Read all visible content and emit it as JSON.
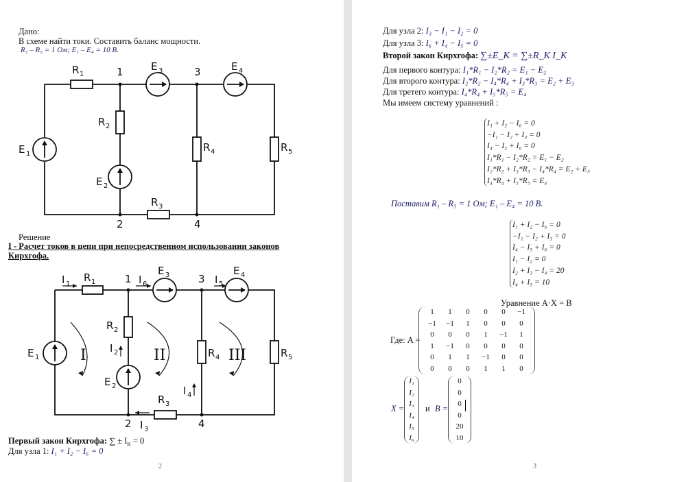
{
  "page1": {
    "given_label": "Дано:",
    "task": "В схеме найти токи. Составить баланс мощности.",
    "given_values": "R₁ – R₅ = 1 Ом;  E₁ – E₄ = 10 В.",
    "solution_label": "Решение",
    "section_title_1": "I - Расчет токов в цепи при непосредственном использовании законов",
    "section_title_2": "Кирхгофа.",
    "first_law_label": "Первый закон Кирхгофа:",
    "first_law_formula": "∑ ± I",
    "first_law_sub": "К",
    "first_law_rhs": " = 0",
    "node1_label": "Для узла 1:",
    "node1_eq": "I₁ + I₂ − I₆ = 0",
    "page_number": "2"
  },
  "circuit1": {
    "R1": "R",
    "R2": "R",
    "R3": "R",
    "R4": "R",
    "R5": "R",
    "E1": "E",
    "E2": "E",
    "E3": "E",
    "E4": "E",
    "s1": "1",
    "s2": "2",
    "s3": "3",
    "s4": "4",
    "s5": "5",
    "n1": "1",
    "n2": "2",
    "n3": "3",
    "n4": "4"
  },
  "circuit2": {
    "I": "I",
    "II": "II",
    "III": "III",
    "i1": "1",
    "i2": "2",
    "i3": "3",
    "i4": "4",
    "i5": "5",
    "i6": "6"
  },
  "page2": {
    "node2_label": "Для узла 2:",
    "node2_eq": "I₃ − I₁ − I₂ = 0",
    "node3_label": "Для узла 3:",
    "node3_eq": "I₆ + I₄ − I₅ = 0",
    "second_law_label": "Второй закон Кирхгофа:",
    "second_law_formula": "∑±E_K = ∑±R_K I_K",
    "loop1_label": "Для первого контура:",
    "loop1_eq": "I₁*R₁ − I₂*R₂ = E₁ − E₂",
    "loop2_label": "Для второго контура:",
    "loop2_eq": "I₂*R₂ − I₄*R₄ + I₃*R₃ = E₂ + E₃",
    "loop3_label": "Для третего контура:",
    "loop3_eq": "I₄*R₄ + I₅*R₅ = E₄",
    "system_label": "Мы имеем систему уравнений :",
    "system1": [
      "I₁ + I₂ − I₆ = 0",
      "−I₁ − I₂ + I₃ = 0",
      "I₄ − I₅ + I₆ = 0",
      "I₁*R₁ − I₂*R₂ = E₁ − E₂",
      "I₂*R₂ + I₃*R₃ − I₄*R₄ = E₂ + E₃",
      "I₄*R₄ + I₅*R₅ = E₄"
    ],
    "substitute": "Поставим  R₁ – R₅ = 1 Ом;  E₁ – E₄ = 10 В.",
    "system2": [
      "I₁ + I₂ − I₆ = 0",
      "−I₁ − I₂ + I₃ = 0",
      "I₄ − I₅ + I₆ = 0",
      "I₁ − I₂ = 0",
      "I₂ + I₃ − I₄ = 20",
      "I₄ + I₅ = 10"
    ],
    "equation_label": "Уравнение  A·X = B",
    "where_label": "Где:  A =",
    "matrix_A": [
      [
        "1",
        "1",
        "0",
        "0",
        "0",
        "−1"
      ],
      [
        "−1",
        "−1",
        "1",
        "0",
        "0",
        "0"
      ],
      [
        "0",
        "0",
        "0",
        "1",
        "−1",
        "1"
      ],
      [
        "1",
        "−1",
        "0",
        "0",
        "0",
        "0"
      ],
      [
        "0",
        "1",
        "1",
        "−1",
        "0",
        "0"
      ],
      [
        "0",
        "0",
        "0",
        "1",
        "1",
        "0"
      ]
    ],
    "X_label": "X =",
    "X": [
      "I₁",
      "I₂",
      "I₃",
      "I₄",
      "I₅",
      "I₆"
    ],
    "and_label": "и",
    "B_label": "B =",
    "B": [
      "0",
      "0",
      "0",
      "0",
      "20",
      "10"
    ],
    "page_number": "3"
  }
}
